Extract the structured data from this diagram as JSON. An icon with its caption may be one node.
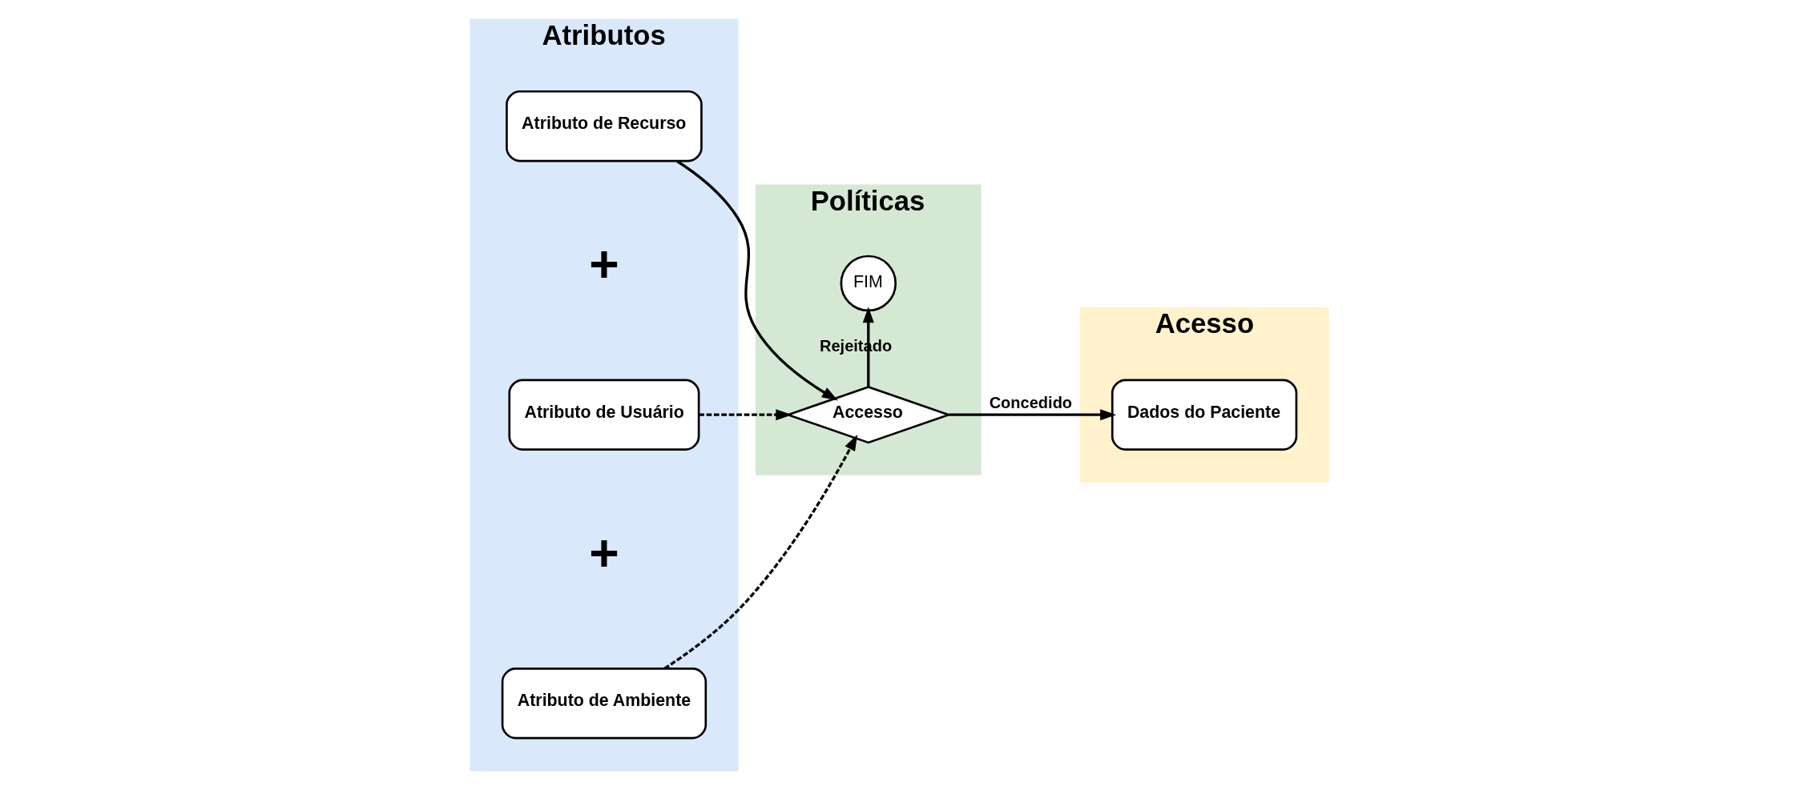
{
  "diagram": {
    "nodes": [
      {
        "text": [
          "Atributos"
        ]
      },
      {
        "text": [
          "Atributo de Recurso"
        ],
        "in": 0
      },
      {
        "text": [
          "Atributo de Usuário"
        ],
        "in": 0
      },
      {
        "text": [
          "Atributo de Ambiente"
        ],
        "in": 0
      },
      {
        "text": [
          "Políticas"
        ]
      },
      {
        "text": [
          "Accesso"
        ],
        "in": 4
      },
      {
        "text": [
          "FIM"
        ],
        "in": 4
      },
      {
        "text": [
          "Acesso"
        ]
      },
      {
        "text": [
          "Dados do Paciente"
        ],
        "in": 7
      }
    ],
    "edges": [
      {
        "from": 1,
        "to": 5,
        "arrow": "to"
      },
      {
        "from": 2,
        "to": 5,
        "arrow": "to",
        "style": "dashed"
      },
      {
        "from": 3,
        "to": 5,
        "arrow": "to",
        "style": "dashed"
      },
      {
        "from": 5,
        "to": 8,
        "arrow": "to",
        "label": "Concedido"
      },
      {
        "from": 5,
        "to": 6,
        "arrow": "to",
        "label": "Rejeitado"
      }
    ],
    "labels": [
      "+",
      "+"
    ]
  }
}
